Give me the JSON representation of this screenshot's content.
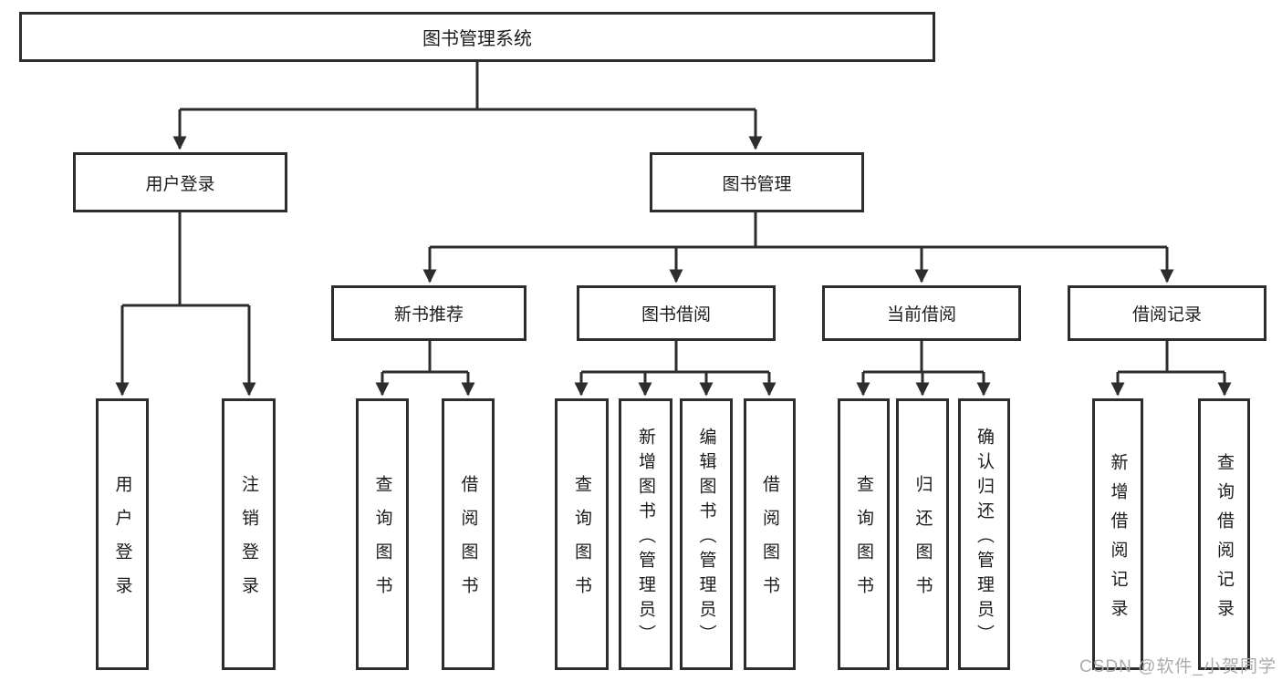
{
  "diagram_title": "图书管理系统",
  "watermark": "CSDN @软件_小贺同学",
  "colors": {
    "line": "#2d2d2d",
    "box_border": "#2d2d2d",
    "text": "#1c1c1c",
    "watermark": "#a9abad",
    "background": "#ffffff"
  },
  "tree": {
    "label": "图书管理系统",
    "children": [
      {
        "label": "用户登录",
        "children": [
          {
            "label": "用户登录"
          },
          {
            "label": "注销登录"
          }
        ]
      },
      {
        "label": "图书管理",
        "children": [
          {
            "label": "新书推荐",
            "children": [
              {
                "label": "查询图书"
              },
              {
                "label": "借阅图书"
              }
            ]
          },
          {
            "label": "图书借阅",
            "children": [
              {
                "label": "查询图书"
              },
              {
                "label": "新增图书（管理员）"
              },
              {
                "label": "编辑图书（管理员）"
              },
              {
                "label": "借阅图书"
              }
            ]
          },
          {
            "label": "当前借阅",
            "children": [
              {
                "label": "查询图书"
              },
              {
                "label": "归还图书"
              },
              {
                "label": "确认归还（管理员）"
              }
            ]
          },
          {
            "label": "借阅记录",
            "children": [
              {
                "label": "新增借阅记录"
              },
              {
                "label": "查询借阅记录"
              }
            ]
          }
        ]
      }
    ]
  }
}
